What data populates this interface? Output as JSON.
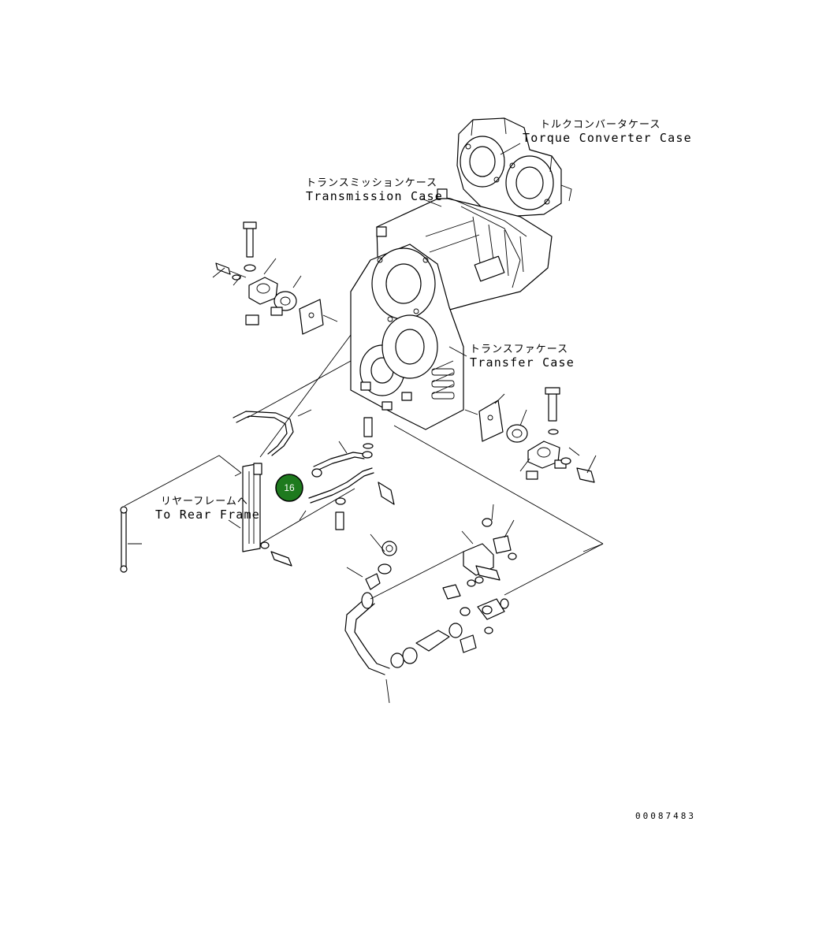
{
  "labels": {
    "torque_converter_jp": "トルクコンバータケース",
    "torque_converter_en": "Torque Converter Case",
    "transmission_jp": "トランスミッションケース",
    "transmission_en": "Transmission Case",
    "transfer_jp": "トランスファケース",
    "transfer_en": "Transfer Case",
    "rear_frame_jp": "リヤーフレームへ",
    "rear_frame_en": "To Rear Frame"
  },
  "callout": {
    "number": "16",
    "color": "#1e7a1e"
  },
  "document_number": "00087483"
}
